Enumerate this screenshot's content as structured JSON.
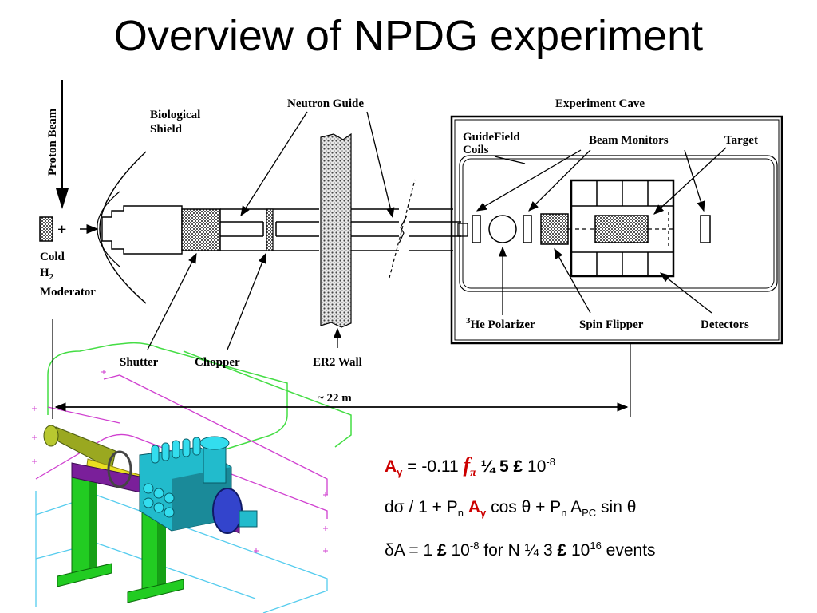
{
  "title": "Overview of NPDG experiment",
  "diagram": {
    "proton_beam": "Proton Beam",
    "biological_shield_1": "Biological",
    "biological_shield_2": "Shield",
    "neutron_guide": "Neutron Guide",
    "experiment_cave": "Experiment Cave",
    "guide_field_1": "GuideField",
    "guide_field_2": "Coils",
    "beam_monitors": "Beam Monitors",
    "target": "Target",
    "cold": "Cold",
    "h2": "H",
    "h2_sub": "2",
    "moderator": "Moderator",
    "plus": "+",
    "shutter": "Shutter",
    "chopper": "Chopper",
    "er2_wall": "ER2 Wall",
    "he_sup": "3",
    "he_polarizer": "He Polarizer",
    "spin_flipper": "Spin Flipper",
    "detectors": "Detectors",
    "distance": "~ 22 m"
  },
  "equations": {
    "line1": {
      "a": "A",
      "a_sub": "γ",
      "value": " = -0.11 ",
      "f": "f",
      "f_sub": "π",
      "approx": "  ¼ 5 ",
      "times": "£",
      "ten": " 10",
      "exp": "-8"
    },
    "line2": {
      "d": "dσ / 1 + P",
      "n1": "n",
      "a": "A",
      "a_sub": "γ",
      "cos": " cos θ + P",
      "n2": "n",
      "apc": " A",
      "pc": "PC",
      "sin": " sin θ"
    },
    "line3": {
      "da": "δA = 1 ",
      "times1": "£",
      "ten": " 10",
      "exp": "-8",
      "for": "   for   N ¼ 3 ",
      "times2": "£",
      "ten2": " 10",
      "exp2": "16",
      "events": " events"
    }
  }
}
